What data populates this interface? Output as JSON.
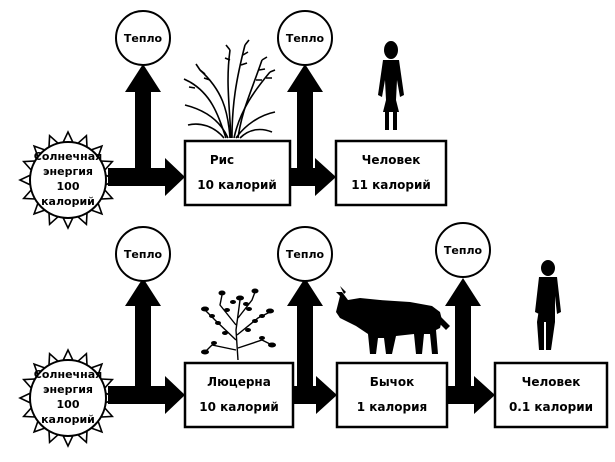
{
  "top_chain": {
    "sun": {
      "line1": "Солнечная",
      "line2": "энергия",
      "line3": "100",
      "line4": "калорий"
    },
    "heat1": "Тепло",
    "heat2": "Тепло",
    "box1": {
      "name": "Рис",
      "value": "10 калорий"
    },
    "box2": {
      "name": "Человек",
      "value": "11 калорий"
    }
  },
  "bottom_chain": {
    "sun": {
      "line1": "Солнечная",
      "line2": "энергия",
      "line3": "100",
      "line4": "калорий"
    },
    "heat1": "Тепло",
    "heat2": "Тепло",
    "heat3": "Тепло",
    "box1": {
      "name": "Люцерна",
      "value": "10 калорий"
    },
    "box2": {
      "name": "Бычок",
      "value": "1 калория"
    },
    "box3": {
      "name": "Человек",
      "value": "0.1 калории"
    }
  }
}
